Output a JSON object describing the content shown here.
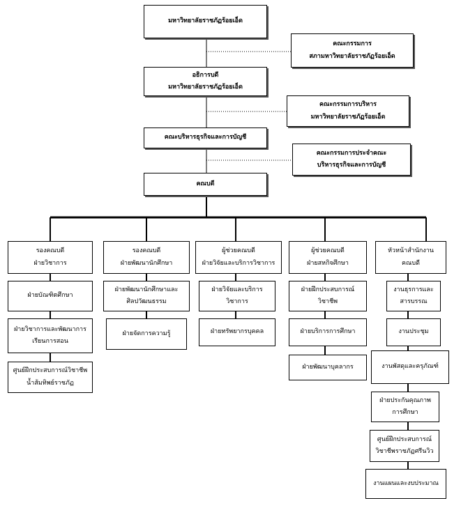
{
  "top": {
    "university": [
      "มหาวิทยาลัยราชภัฏร้อยเอ็ด"
    ],
    "council": [
      "คณะกรรมการ",
      "สภามหาวิทยาลัยราชภัฏร้อยเอ็ด"
    ],
    "president": [
      "อธิการบดี",
      "มหาวิทยาลัยราชภัฏร้อยเอ็ด"
    ],
    "admin_committee": [
      "คณะกรรมการบริหาร",
      "มหาวิทยาลัยราชภัฏร้อยเอ็ด"
    ],
    "faculty": [
      "คณะบริหารธุรกิจและการบัญชี"
    ],
    "faculty_committee": [
      "คณะกรรมการประจำคณะ",
      "บริหารธุรกิจและการบัญชี"
    ],
    "dean": [
      "คณบดี"
    ]
  },
  "columns": [
    {
      "head": [
        "รองคณบดี",
        "ฝ่ายวิชาการ"
      ],
      "units": [
        [
          "ฝ่ายบัณฑิตศึกษา"
        ],
        [
          "ฝ่ายวิชาการและพัฒนาการ",
          "เรียนการสอน"
        ],
        [
          "ศูนย์ฝึกประสบการณ์วิชาชีพ",
          "น้ำส้มทิพย์ราชภัฏ"
        ]
      ]
    },
    {
      "head": [
        "รองคณบดี",
        "ฝ่ายพัฒนานักศึกษา"
      ],
      "units": [
        [
          "ฝ่ายพัฒนานักศึกษาและ",
          "ศิลปวัฒนธรรม"
        ],
        [
          "ฝ่ายจัดการความรู้"
        ]
      ]
    },
    {
      "head": [
        "ผู้ช่วยคณบดี",
        "ฝ่ายวิจัยและบริการวิชาการ"
      ],
      "units": [
        [
          "ฝ่ายวิจัยและบริการ",
          "วิชาการ"
        ],
        [
          "ฝ่ายทรัพยากรบุคคล"
        ]
      ]
    },
    {
      "head": [
        "ผู้ช่วยคณบดี",
        "ฝ่ายสหกิจศึกษา"
      ],
      "units": [
        [
          "ฝ่ายฝึกประสบการณ์",
          "วิชาชีพ"
        ],
        [
          "ฝ่ายบริการการศึกษา"
        ],
        [
          "ฝ่ายพัฒนาบุคลากร"
        ]
      ]
    },
    {
      "head": [
        "หัวหน้าสำนักงาน",
        "คณบดี"
      ],
      "units": [
        [
          "งานธุรการและ",
          "สารบรรณ"
        ],
        [
          "งานประชุม"
        ],
        [
          "งานพัสดุและครุภัณฑ์"
        ],
        [
          "ฝ่ายประกันคุณภาพ",
          "การศึกษา"
        ],
        [
          "ศูนย์ฝึกประสบการณ์",
          "วิชาชีพราชภัฏศรีนวิว"
        ],
        [
          "งานแผนและงบประมาณ"
        ]
      ]
    }
  ]
}
